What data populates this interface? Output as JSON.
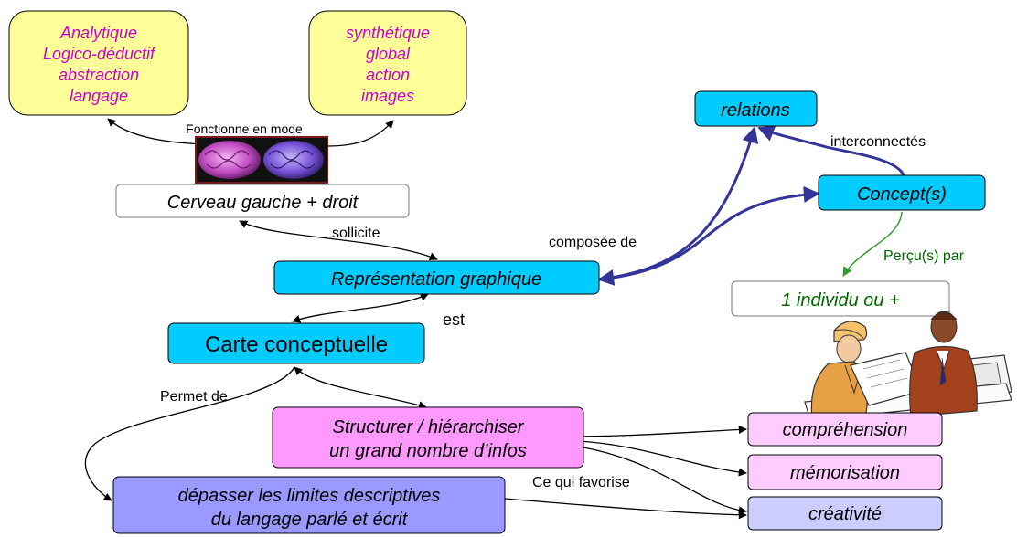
{
  "colors": {
    "yellow_fill": "#FFFF99",
    "cyan_fill": "#00CCFF",
    "pink_fill": "#FF99FF",
    "light_pink_fill": "#FFCCFF",
    "violet_fill": "#9999FF",
    "lavender_fill": "#CCCCFF",
    "magenta_text": "#CC00CC",
    "green_text": "#006600",
    "navy_arrow": "#333399",
    "green_arrow": "#339933"
  },
  "nodes": {
    "analytique": {
      "lines": [
        "Analytique",
        "Logico-déductif",
        "abstraction",
        "langage"
      ]
    },
    "synthetique": {
      "lines": [
        "synthétique",
        "global",
        "action",
        "images"
      ]
    },
    "cerveau": {
      "label": "Cerveau gauche + droit"
    },
    "representation": {
      "label": "Représentation graphique"
    },
    "carte": {
      "label": "Carte conceptuelle"
    },
    "relations": {
      "label": "relations"
    },
    "concepts": {
      "label": "Concept(s)"
    },
    "individu": {
      "label": "1 individu ou +"
    },
    "structurer": {
      "lines": [
        "Structurer / hiérarchiser",
        "un grand nombre d’infos"
      ]
    },
    "depasser": {
      "lines": [
        "dépasser les limites descriptives",
        "du langage parlé et écrit"
      ]
    },
    "comprehension": {
      "label": "compréhension"
    },
    "memorisation": {
      "label": "mémorisation"
    },
    "creativite": {
      "label": "créativité"
    }
  },
  "links": {
    "fonctionne": "Fonctionne en mode",
    "sollicite": "sollicite",
    "composee": "composée de",
    "est": "est",
    "interconnectes": "interconnectés",
    "percus": "Perçu(s) par",
    "permet": "Permet de",
    "favorise": "Ce qui favorise"
  },
  "images": [
    "brain-illustration",
    "workers-illustration"
  ]
}
